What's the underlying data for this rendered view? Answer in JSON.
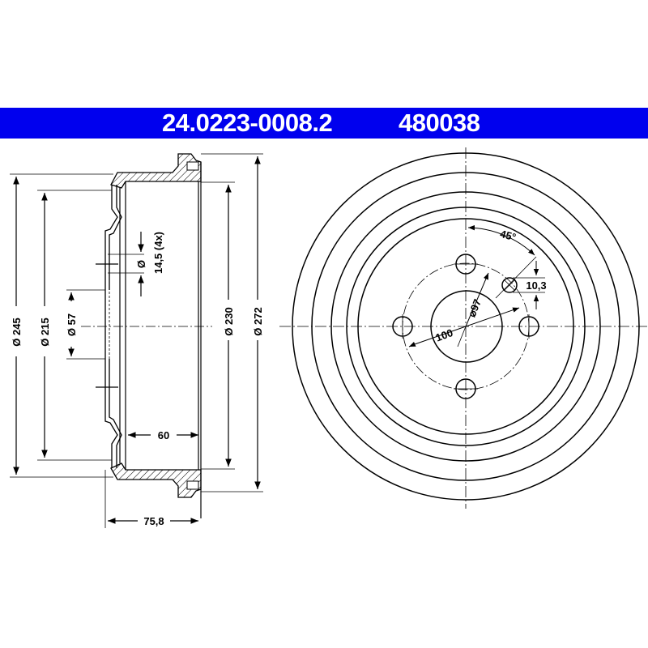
{
  "header": {
    "part_number": "24.0223-0008.2",
    "reference_number": "480038",
    "background_color": "#0000ee",
    "text_color": "#ffffff"
  },
  "side_view": {
    "dimensions": {
      "outer_diameter_245": "Ø 245",
      "diameter_215": "Ø 215",
      "hub_diameter_57": "Ø 57",
      "hole_diameter": "Ø",
      "hole_diameter_value": "14,5 (4x)",
      "drum_inner_diameter_230": "Ø 230",
      "overall_diameter_272": "Ø 272",
      "braking_width": "60",
      "overall_height": "75,8"
    }
  },
  "front_view": {
    "dimensions": {
      "angle": "45°",
      "small_hole": "10,3",
      "pitch_circle": "⌀97",
      "bolt_circle": "100"
    }
  }
}
